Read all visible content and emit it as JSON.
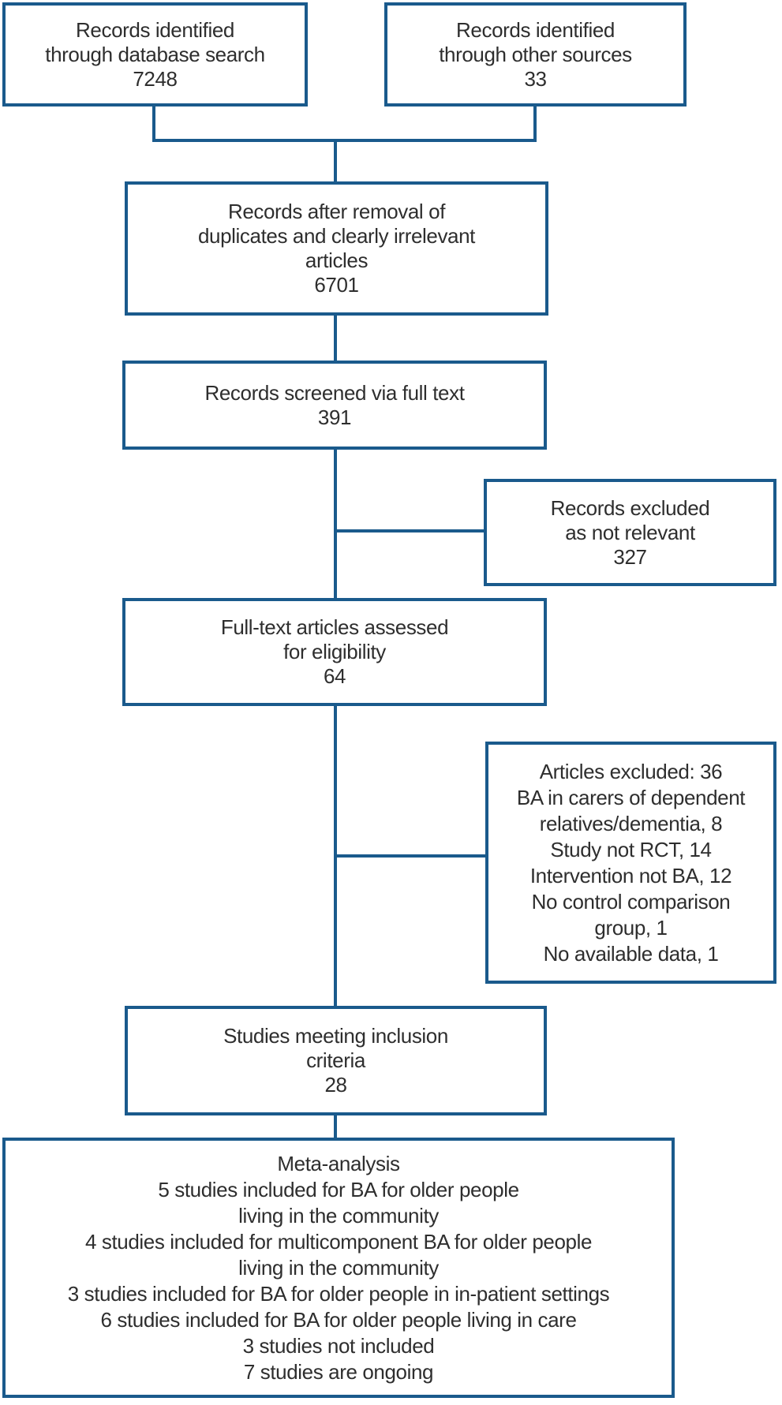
{
  "colors": {
    "box_border": "#1A5A8C",
    "connector_line": "#1A5A8C",
    "text": "#2E2E2E",
    "background": "#FFFFFF"
  },
  "boxes": {
    "identified_database": {
      "lines": [
        "Records identified",
        "through database search",
        "7248"
      ]
    },
    "identified_other": {
      "lines": [
        "Records identified",
        "through other sources",
        "33"
      ]
    },
    "after_removal": {
      "lines": [
        "Records after removal of",
        "duplicates and clearly irrelevant",
        "articles",
        "6701"
      ]
    },
    "screened_full_text": {
      "lines": [
        "Records screened via full text",
        "391"
      ]
    },
    "records_excluded": {
      "lines": [
        "Records excluded",
        "as not relevant",
        "327"
      ]
    },
    "full_text_assessed": {
      "lines": [
        "Full-text articles assessed",
        "for eligibility",
        "64"
      ]
    },
    "articles_excluded": {
      "lines": [
        "Articles excluded: 36",
        "BA in carers of dependent",
        "relatives/dementia, 8",
        "Study not RCT, 14",
        "Intervention not BA, 12",
        "No control comparison",
        "group, 1",
        "No available data, 1"
      ]
    },
    "inclusion_criteria": {
      "lines": [
        "Studies meeting inclusion",
        "criteria",
        "28"
      ]
    },
    "meta_analysis": {
      "lines": [
        "Meta-analysis",
        "5 studies included for BA for older people",
        "living in the community",
        "4 studies included for multicomponent BA for older people",
        "living in the community",
        "3 studies included for BA for older people in in-patient settings",
        "6 studies included for BA for older people living in care",
        "3 studies not included",
        "7 studies are ongoing"
      ]
    }
  }
}
